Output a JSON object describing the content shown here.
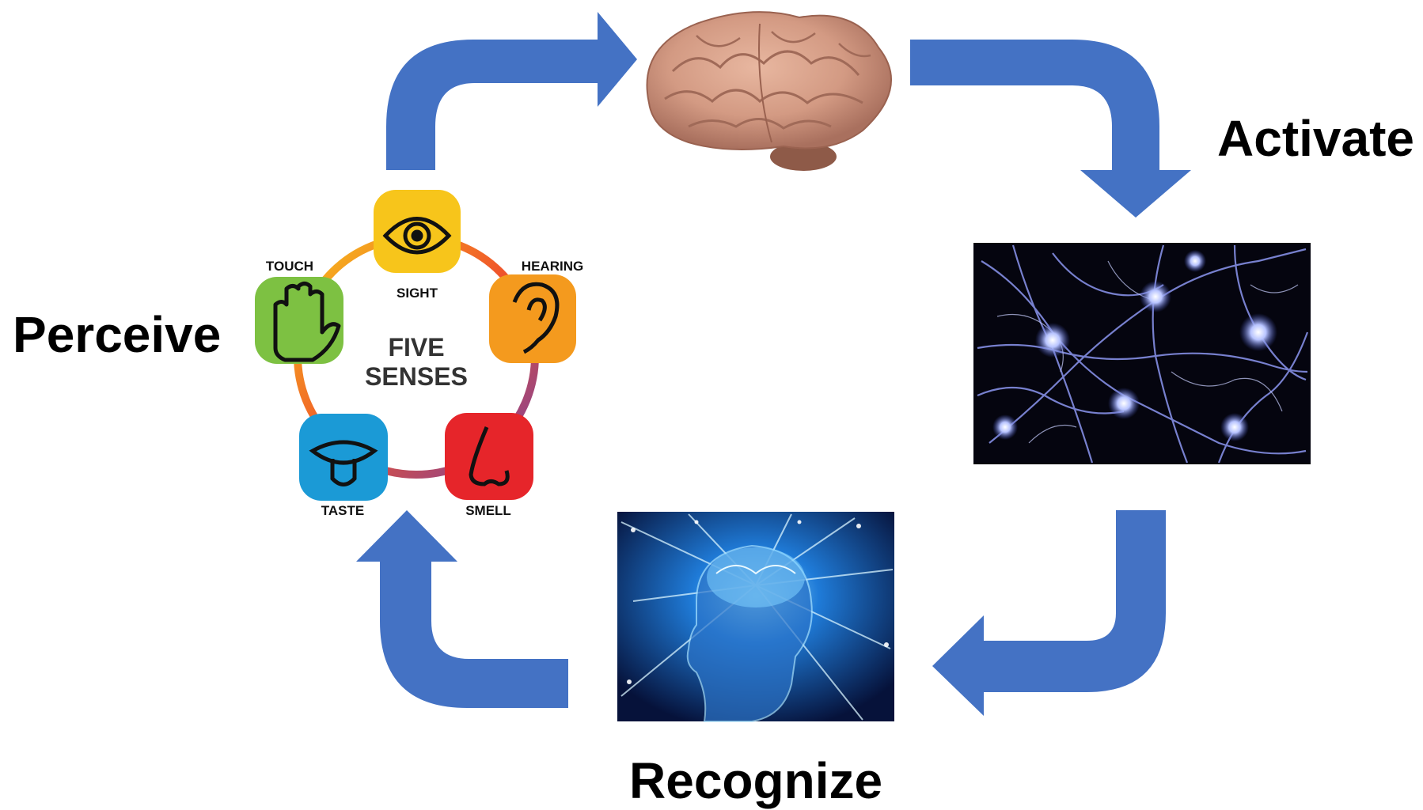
{
  "steps": {
    "perceive": "Perceive",
    "activate": "Activate",
    "recognize": "Recognize"
  },
  "five_senses": {
    "title_line1": "FIVE",
    "title_line2": "SENSES",
    "senses": [
      {
        "label": "SIGHT",
        "icon": "eye-icon",
        "color": "#f7c51b"
      },
      {
        "label": "HEARING",
        "icon": "ear-icon",
        "color": "#f49a1e"
      },
      {
        "label": "SMELL",
        "icon": "nose-icon",
        "color": "#e6252a"
      },
      {
        "label": "TASTE",
        "icon": "tongue-icon",
        "color": "#1b9ad6"
      },
      {
        "label": "TOUCH",
        "icon": "hand-icon",
        "color": "#7dc142"
      }
    ]
  },
  "colors": {
    "arrow": "#4472c4",
    "text": "#000000"
  }
}
